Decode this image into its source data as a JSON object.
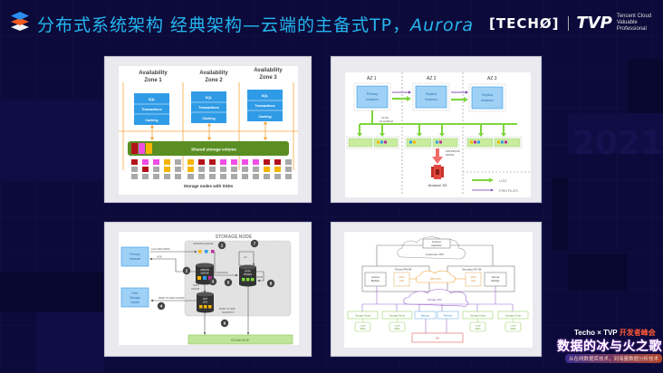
{
  "header": {
    "title_cn": "分布式系统架构  经典架构—云端的主备式TP，",
    "title_en": "Aurora",
    "brand_techo": "[TECHØ]",
    "brand_tvp": "TVP",
    "brand_tvp_line1": "Tencent Cloud",
    "brand_tvp_line2": "Valuable Professional"
  },
  "panels": {
    "shared_storage": {
      "zones": [
        {
          "title_line1": "Availability",
          "title_line2": "Zone 1",
          "layers": [
            "SQL",
            "Transactions",
            "Caching"
          ]
        },
        {
          "title_line1": "Availability",
          "title_line2": "Zone 2",
          "layers": [
            "SQL",
            "Transactions",
            "Caching"
          ]
        },
        {
          "title_line1": "Availability",
          "title_line2": "Zone 3",
          "layers": [
            "SQL",
            "Transactions",
            "Caching"
          ]
        }
      ],
      "volume_label": "Shared storage volume",
      "footer_label": "Storage nodes with SSDs",
      "colors": {
        "red": "#b3121c",
        "pink": "#ef4de6",
        "yellow": "#f6b500",
        "gray": "#a9a9a9",
        "green": "#5a8e23",
        "blue": "#2f9be6",
        "orange": "#f3a73f"
      }
    },
    "replication": {
      "zones": [
        "AZ 1",
        "AZ 2",
        "AZ 3"
      ],
      "primary_label_1": "Primary",
      "primary_label_2": "Instance",
      "replica_label_1": "Replica",
      "replica_label_2": "Instance",
      "async_1": "ASYNC",
      "async_2": "4/6 QUORUM",
      "distributed_1": "DISTRIBUTED",
      "distributed_2": "WRITES",
      "s3_label": "Amazon S3",
      "legend": [
        {
          "label": "LOG",
          "color": "#7ed53b"
        },
        {
          "label": "FRM FILES",
          "color": "#6a2aa8"
        }
      ]
    },
    "storage_node": {
      "title": "STORAGE NODE",
      "primary_1": "Primary",
      "primary_2": "Instance",
      "peer_1": "Peer",
      "peer_2": "Storage",
      "peer_3": "Nodes",
      "log_records": "LOG RECORDS",
      "ack": "ACK",
      "incoming_queue": "INCOMING QUEUE",
      "update_queue_1": "UPDATE",
      "update_queue_2": "QUEUE",
      "sort_group_1": "SORT",
      "sort_group_2": "GROUP",
      "hot_log_1": "HOT",
      "hot_log_2": "LOG",
      "peer_gossip": "PEER TO PEER GOSSIP",
      "coalesce": "COALESCE",
      "data_pages_1": "DATA",
      "data_pages_2": "PAGES",
      "gc": "GC",
      "scrub": "SCRUB",
      "snapshot_1": "POINT IN TIME",
      "snapshot_2": "SNAPSHOT",
      "s3_backup": "S3 BACKUP",
      "steps": [
        "1",
        "2",
        "3",
        "4",
        "5",
        "6",
        "7",
        "8"
      ]
    },
    "vpc": {
      "customer_app_1": "Customer",
      "customer_app_2": "Application",
      "customer_vpc": "Customer VPC",
      "primary_db": "Primary RW DB",
      "secondary_db": "Secondary RO DB",
      "aurora_1": "Aurora",
      "aurora_2": "MySQL",
      "rds_1": "RDS",
      "rds_2": "HM",
      "rds_vpc": "RDS VPC",
      "storage_vpc": "Storage VPC",
      "storage_node": "Storage Node",
      "backup": "Backup",
      "restore": "Restore",
      "local_1": "Local",
      "local_2": "SSDs",
      "s3": "S3"
    }
  },
  "event_badge": {
    "top_left": "Techo × TVP",
    "top_right": "开发者峰会",
    "main": "数据的冰与火之歌",
    "sub": "从在线数据库技术，到海量数据分析技术"
  }
}
